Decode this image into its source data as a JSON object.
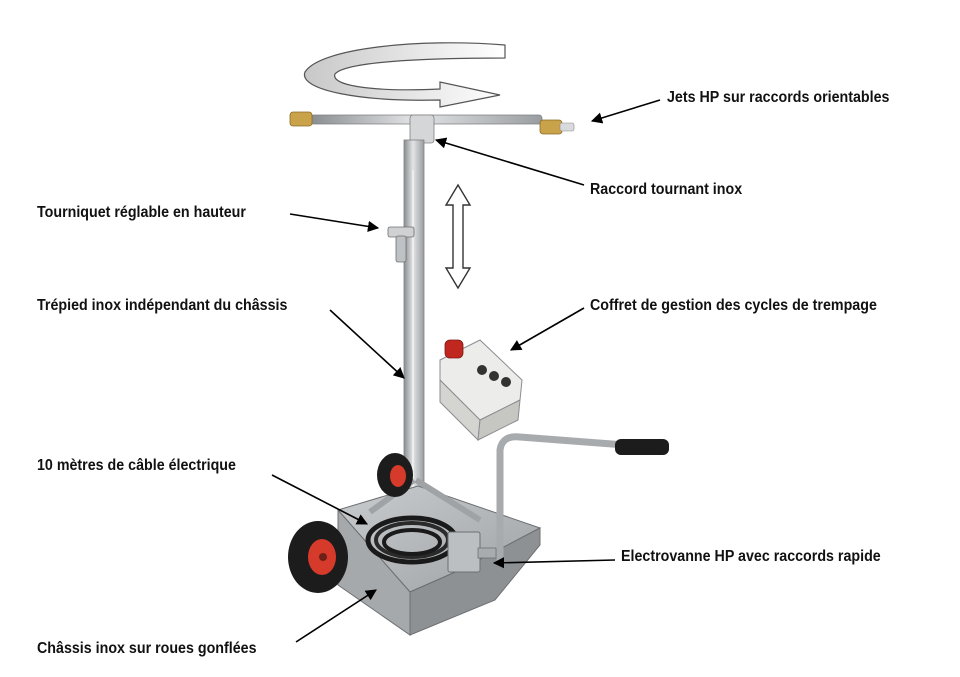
{
  "labels": {
    "jets": "Jets HP sur raccords orientables",
    "raccord": "Raccord tournant inox",
    "tourniquet": "Tourniquet réglable en hauteur",
    "trepied": "Trépied inox indépendant du châssis",
    "coffret": "Coffret de gestion des cycles de trempage",
    "cable": "10 mètres de câble électrique",
    "electrovanne": "Electrovanne HP avec raccords rapide",
    "chassis": "Châssis inox sur roues gonflées"
  },
  "colors": {
    "steel": "#b9bcbf",
    "steel_dark": "#8a8d90",
    "tire": "#1c1c1c",
    "rim": "#d63a2a",
    "brass": "#c9a24a",
    "beacon": "#c0281f",
    "box": "#ececea",
    "arrow": "#000000"
  }
}
